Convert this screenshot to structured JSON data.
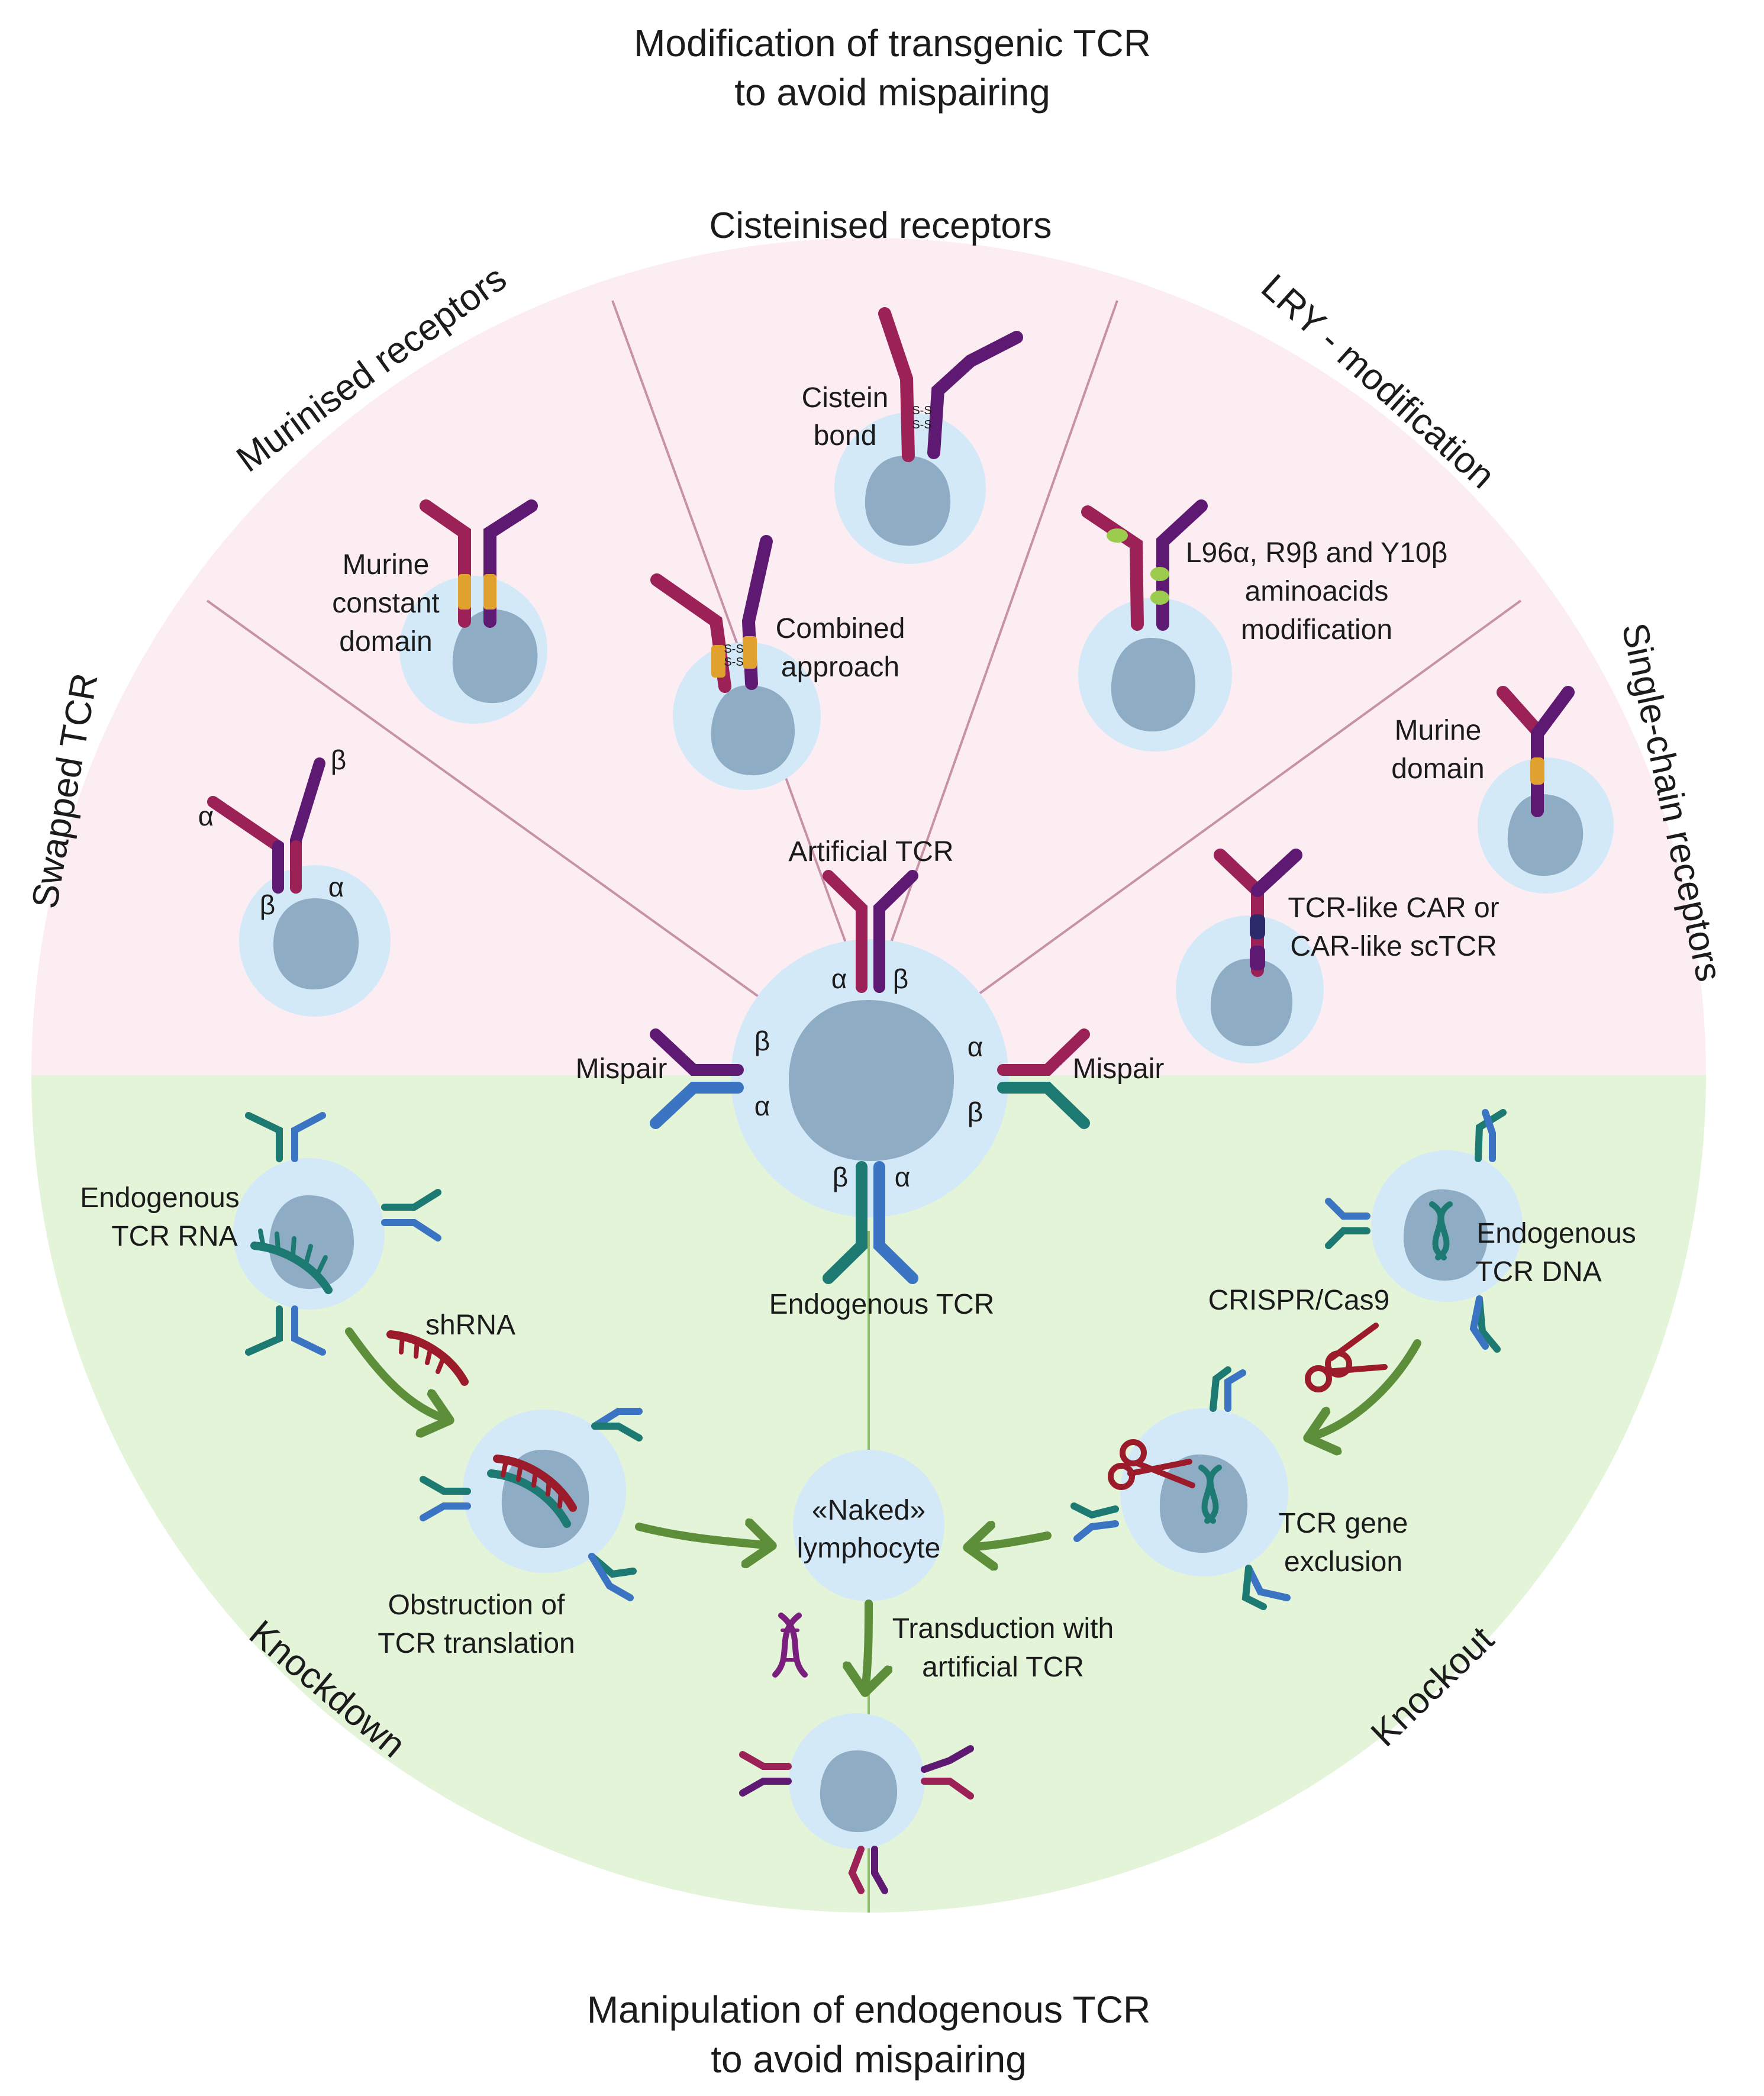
{
  "title_top": [
    "Modification of transgenic TCR",
    "to avoid mispairing"
  ],
  "title_bottom": [
    "Manipulation of endogenous TCR",
    "to avoid mispairing"
  ],
  "sections": {
    "swapped": "Swapped TCR",
    "murinised": "Murinised receptors",
    "cisteinised": "Cisteinised receptors",
    "lry": "LRY - modification",
    "single_chain": "Single-chain receptors",
    "knockdown": "Knockdown",
    "knockout": "Knockout"
  },
  "labels": {
    "murine_constant": [
      "Murine",
      "constant",
      "domain"
    ],
    "combined": [
      "Combined",
      "approach"
    ],
    "cistein_bond": [
      "Cistein",
      "bond"
    ],
    "lry_desc": [
      "L96α, R9β and Y10β",
      "aminoacids",
      "modification"
    ],
    "murine_domain": [
      "Murine",
      "domain"
    ],
    "tcr_like_car": [
      "TCR-like CAR or",
      "CAR-like scTCR"
    ],
    "artificial_tcr": "Artificial TCR",
    "mispair": "Mispair",
    "endogenous_tcr": "Endogenous TCR",
    "endogenous_rna": [
      "Endogenous",
      "TCR RNA"
    ],
    "shrna": "shRNA",
    "obstruction": [
      "Obstruction of",
      "TCR translation"
    ],
    "naked": [
      "«Naked»",
      "lymphocyte"
    ],
    "transduction": [
      "Transduction with",
      "artificial TCR"
    ],
    "crispr": "CRISPR/Cas9",
    "endogenous_dna": [
      "Endogenous",
      "TCR DNA"
    ],
    "gene_exclusion": [
      "TCR gene",
      "exclusion"
    ],
    "disulfide": "S-S"
  },
  "greek": {
    "alpha": "α",
    "beta": "β"
  },
  "colors": {
    "top_bg": "#fcedf3",
    "bottom_bg": "#e3f4d8",
    "cell": "#d4e9f8",
    "nucleus": "#8eacc4",
    "alpha_chain": "#9c2156",
    "beta_chain": "#5e1a73",
    "endo_alpha": "#3c74c4",
    "endo_beta": "#1c7a72",
    "murine": "#e1a12e",
    "lry_mod": "#9ccc4e",
    "arrow": "#5d8f3a",
    "scissors": "#9b1b2a"
  }
}
